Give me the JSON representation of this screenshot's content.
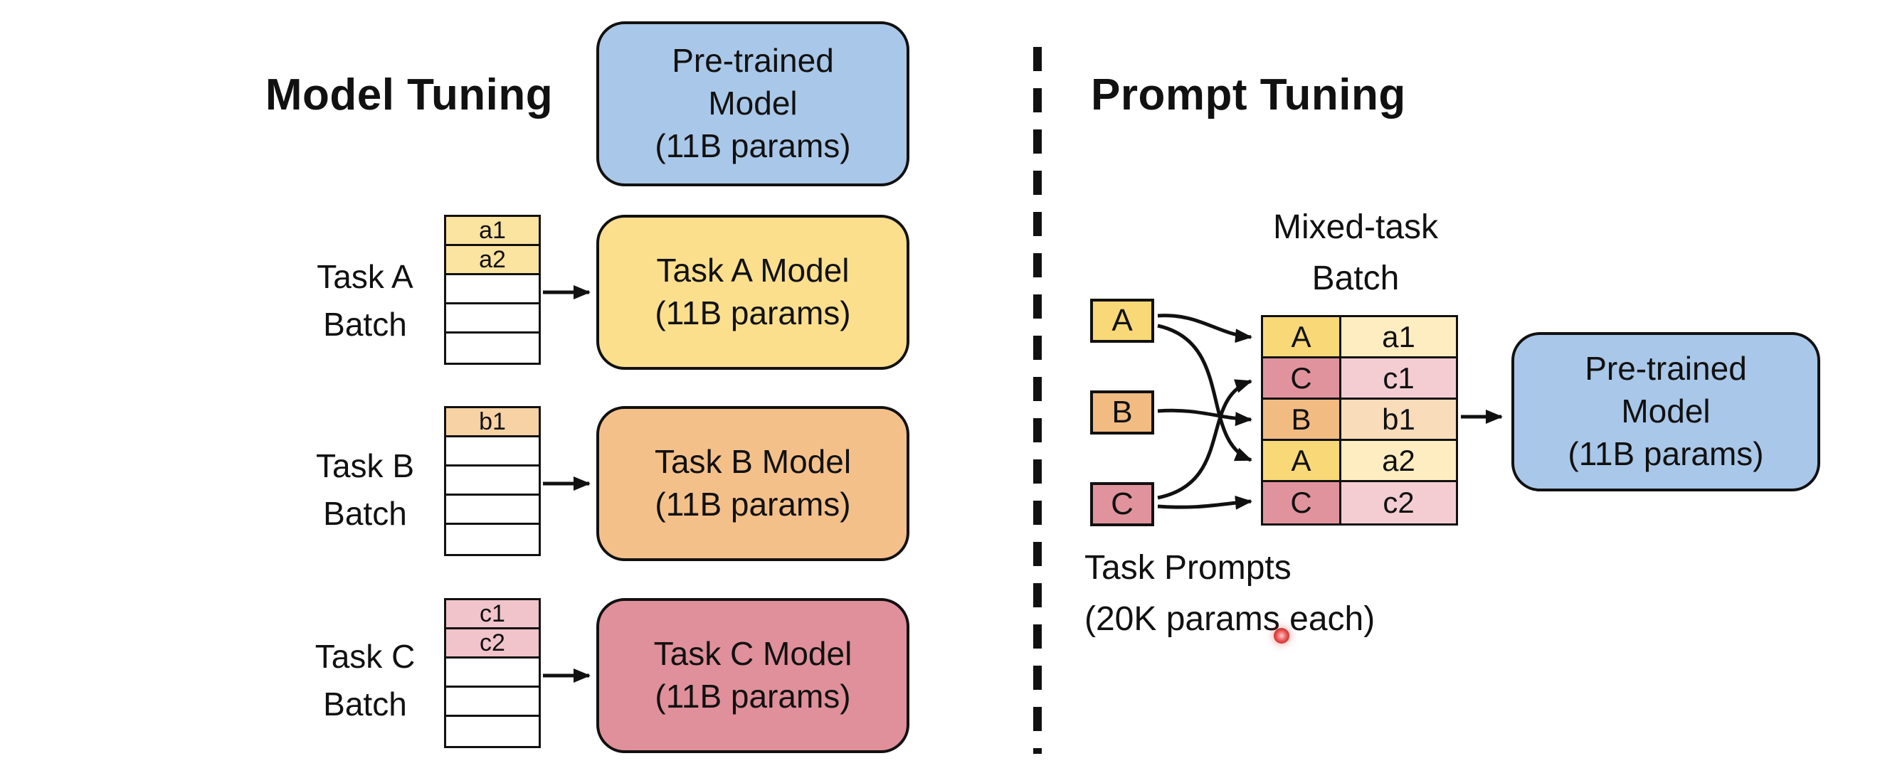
{
  "left": {
    "heading": "Model Tuning",
    "pretrained": [
      "Pre-trained",
      "Model",
      "(11B params)"
    ],
    "tasks": [
      {
        "label": [
          "Task A",
          "Batch"
        ],
        "rows": [
          "a1",
          "a2",
          "",
          "",
          ""
        ],
        "model": [
          "Task A Model",
          "(11B params)"
        ]
      },
      {
        "label": [
          "Task B",
          "Batch"
        ],
        "rows": [
          "b1",
          "",
          "",
          "",
          ""
        ],
        "model": [
          "Task B Model",
          "(11B params)"
        ]
      },
      {
        "label": [
          "Task C",
          "Batch"
        ],
        "rows": [
          "c1",
          "c2",
          "",
          "",
          ""
        ],
        "model": [
          "Task C Model",
          "(11B params)"
        ]
      }
    ]
  },
  "right": {
    "heading": "Prompt Tuning",
    "mixed_label": [
      "Mixed-task",
      "Batch"
    ],
    "prompts": [
      "A",
      "B",
      "C"
    ],
    "table": [
      [
        "A",
        "a1"
      ],
      [
        "C",
        "c1"
      ],
      [
        "B",
        "b1"
      ],
      [
        "A",
        "a2"
      ],
      [
        "C",
        "c2"
      ]
    ],
    "pretrained": [
      "Pre-trained",
      "Model",
      "(11B params)"
    ],
    "caption": [
      "Task Prompts",
      "(20K params each)"
    ]
  },
  "colors": {
    "blue_box": "#a9c7e8",
    "task_a": "#fcdf8d",
    "task_b": "#f4c08a",
    "task_c": "#e0909a",
    "task_a_light": "#fbe3a0",
    "task_b_light": "#f7d2a4",
    "task_c_light": "#f1c3ca",
    "value_a_light": "#fdedc0",
    "value_b_light": "#f9dcba",
    "value_c_light": "#f4cdd3",
    "line": "#111111",
    "pointer": "#e03131"
  }
}
